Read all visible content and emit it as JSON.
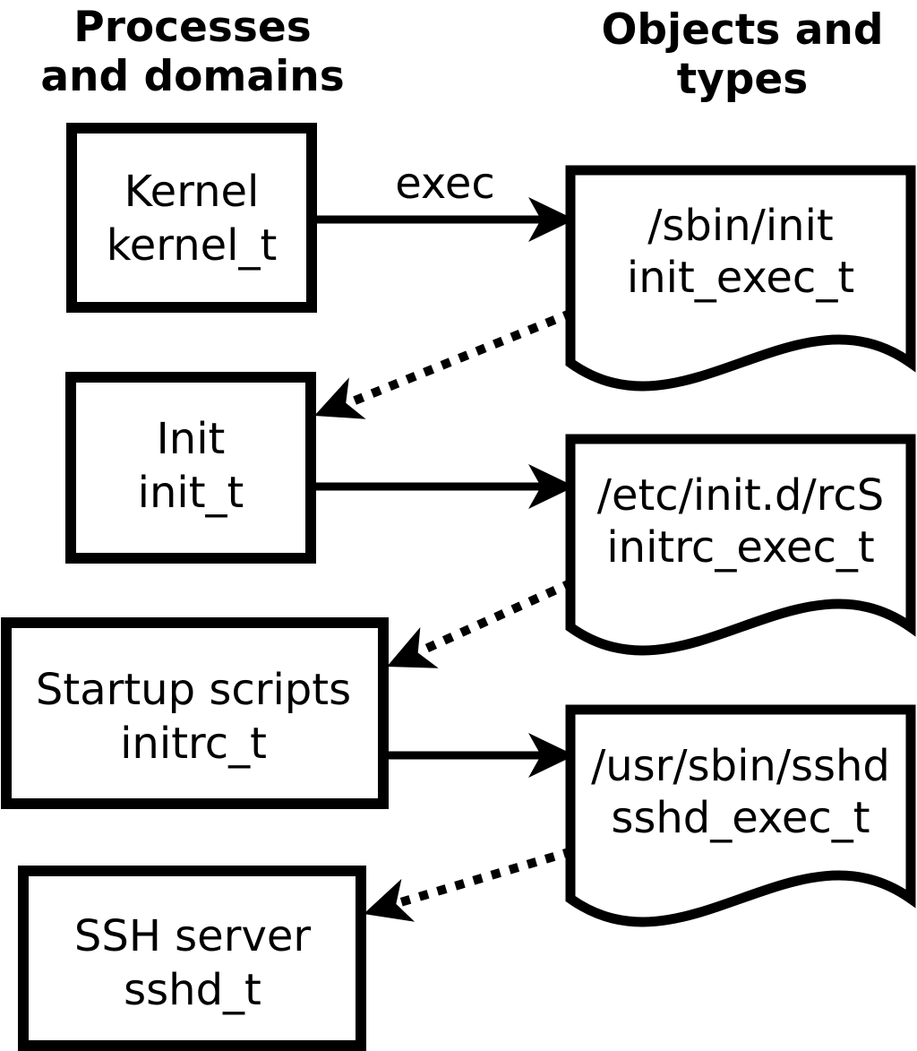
{
  "colors": {
    "foreground": "#000000",
    "background": "#ffffff"
  },
  "headers": {
    "processes": {
      "line1": "Processes",
      "line2": "and domains"
    },
    "objects": {
      "line1": "Objects and",
      "line2": "types"
    }
  },
  "processes": [
    {
      "label": "Kernel",
      "domain": "kernel_t"
    },
    {
      "label": "Init",
      "domain": "init_t"
    },
    {
      "label": "Startup scripts",
      "domain": "initrc_t"
    },
    {
      "label": "SSH server",
      "domain": "sshd_t"
    }
  ],
  "objects": [
    {
      "path": "/sbin/init",
      "type": "init_exec_t"
    },
    {
      "path": "/etc/init.d/rcS",
      "type": "initrc_exec_t"
    },
    {
      "path": "/usr/sbin/sshd",
      "type": "sshd_exec_t"
    }
  ],
  "edges": {
    "exec_label": "exec",
    "solid": [
      {
        "from": "kernel_t",
        "to": "init_exec_t",
        "label": "exec"
      },
      {
        "from": "init_t",
        "to": "initrc_exec_t",
        "label": ""
      },
      {
        "from": "initrc_t",
        "to": "sshd_exec_t",
        "label": ""
      }
    ],
    "dotted": [
      {
        "from": "init_exec_t",
        "to": "init_t"
      },
      {
        "from": "initrc_exec_t",
        "to": "initrc_t"
      },
      {
        "from": "sshd_exec_t",
        "to": "sshd_t"
      }
    ]
  }
}
